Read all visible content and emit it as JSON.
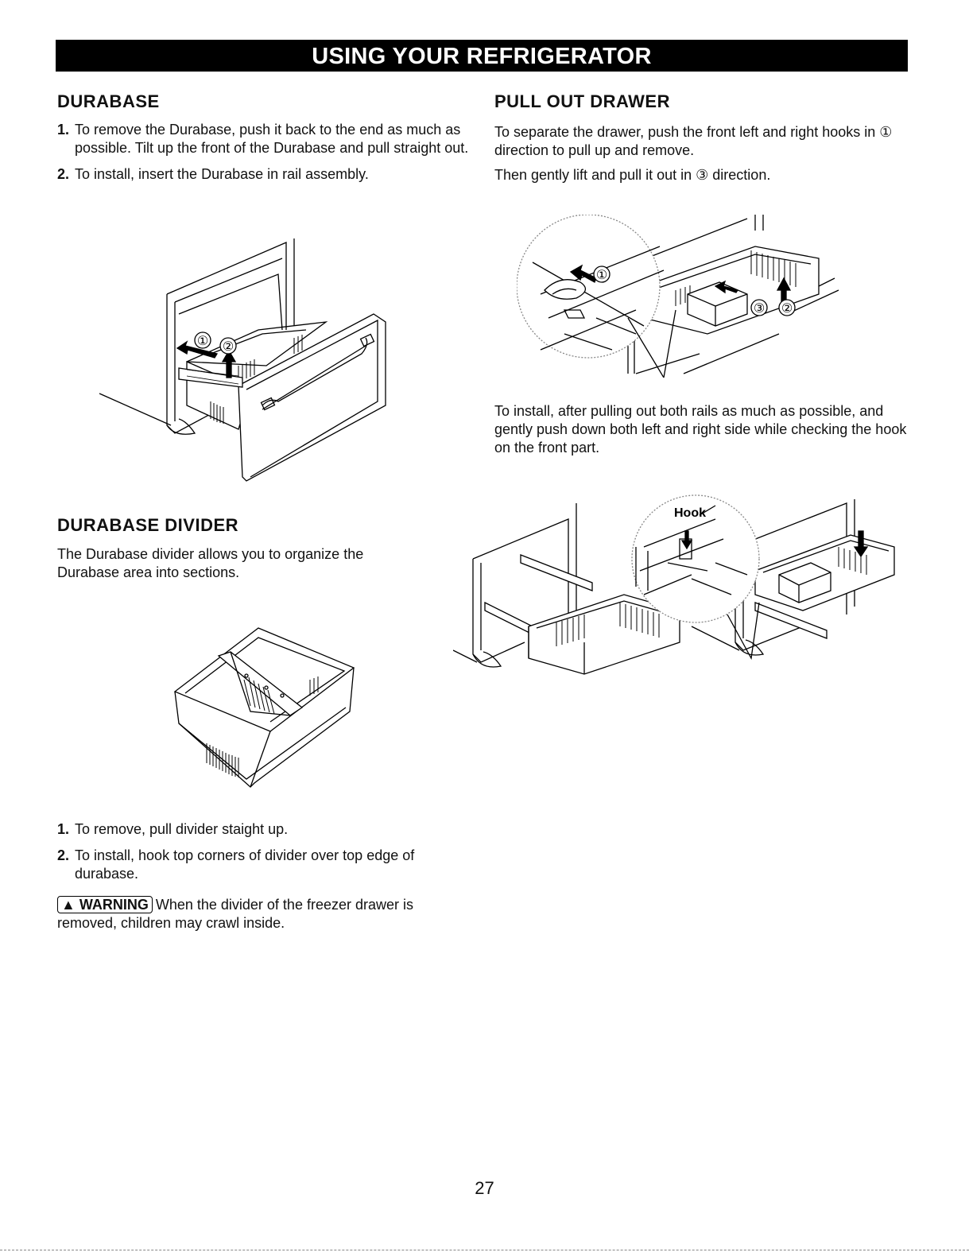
{
  "banner": "USING YOUR REFRIGERATOR",
  "durabase": {
    "title": "DURABASE",
    "steps": [
      {
        "num": "1.",
        "text": "To remove the Durabase, push it back to the end as much as possible. Tilt up the front of the Durabase and pull straight out."
      },
      {
        "num": "2.",
        "text": "To install, insert the Durabase in rail assembly."
      }
    ],
    "figure_labels": [
      "①",
      "②"
    ]
  },
  "durabase_divider": {
    "title": "DURABASE DIVIDER",
    "intro": "The Durabase divider allows you to organize the Durabase area into sections.",
    "steps": [
      {
        "num": "1.",
        "text": "To remove, pull divider staight up."
      },
      {
        "num": "2.",
        "text": "To install, hook top corners of divider over top edge of durabase."
      }
    ],
    "warning_label": "WARNING",
    "warning_text": "When the divider of the freezer drawer is removed, children may crawl inside."
  },
  "pull_out_drawer": {
    "title": "PULL OUT DRAWER",
    "para1": "To separate the drawer, push the front left and right hooks in ① direction to pull up and remove.",
    "para2": "Then gently lift and pull it out in ③ direction.",
    "para3": "To install, after pulling out both rails as much as possible, and gently push down both left and right side while checking the hook on the front part.",
    "figure_labels": [
      "①",
      "③",
      "②"
    ],
    "hook_label": "Hook"
  },
  "page_number": "27"
}
